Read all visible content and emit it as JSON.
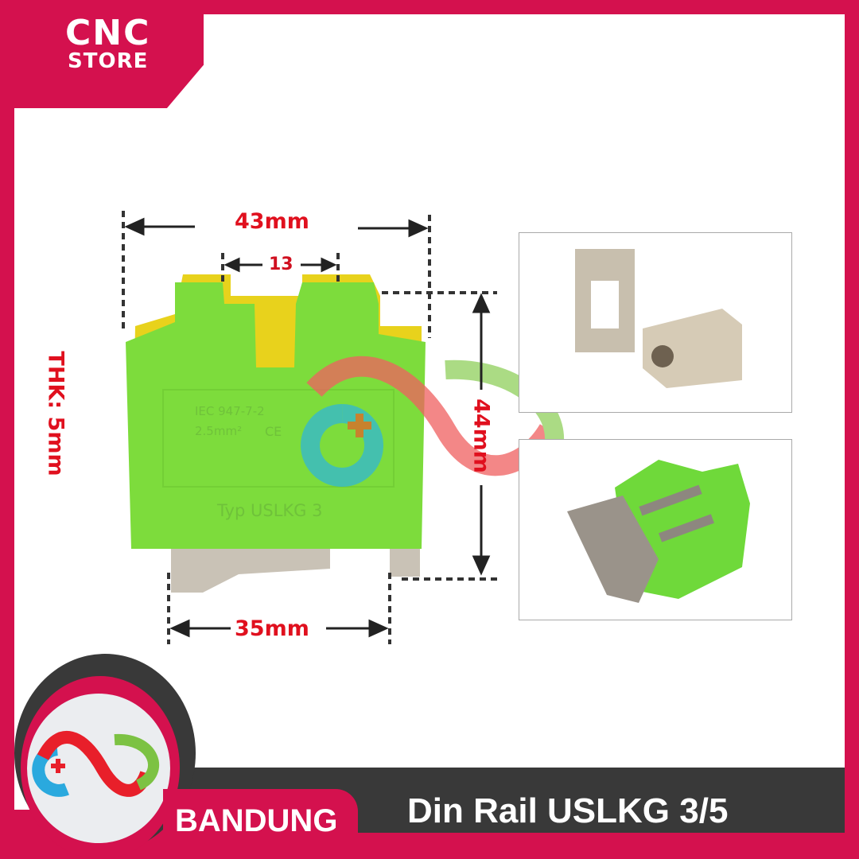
{
  "brand": {
    "line1": "CNC",
    "line2": "STORE"
  },
  "dimensions": {
    "width_top": "43mm",
    "slot": "13",
    "height": "44mm",
    "thickness": "THK: 5mm",
    "width_bottom": "35mm"
  },
  "product_markings": {
    "standard": "IEC 947-7-2",
    "cross_section": "2.5mm²",
    "ce": "CE",
    "type": "Typ USLKG 3"
  },
  "footer": {
    "city": "BANDUNG",
    "title": "Din Rail USLKG 3/5"
  },
  "colors": {
    "frame": "#d4114e",
    "bar": "#393939",
    "body_green": "#7ddc3c",
    "dimension_red": "#e0101e"
  }
}
